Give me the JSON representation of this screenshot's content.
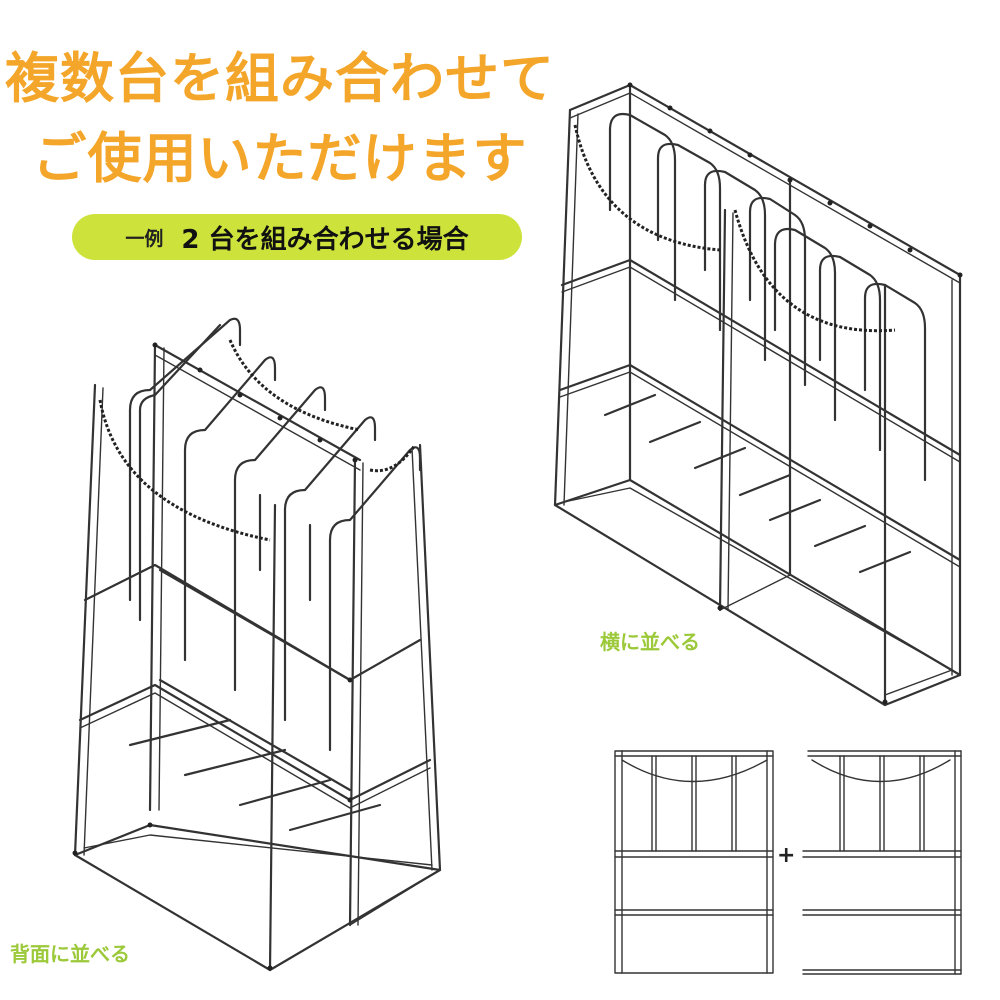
{
  "headline": {
    "line1": "複数台を組み合わせて",
    "line2": "ご使用いただけます"
  },
  "example_pill": {
    "prefix": "一例",
    "text": "2 台を組み合わせる場合"
  },
  "captions": {
    "side_by_side": "横に並べる",
    "back_to_back": "背面に並べる"
  },
  "diagram": {
    "plus_symbol": "+"
  },
  "colors": {
    "headline": "#F4A62A",
    "pill_bg": "#CDE33B",
    "caption": "#9CC93A",
    "line": "#333333"
  }
}
